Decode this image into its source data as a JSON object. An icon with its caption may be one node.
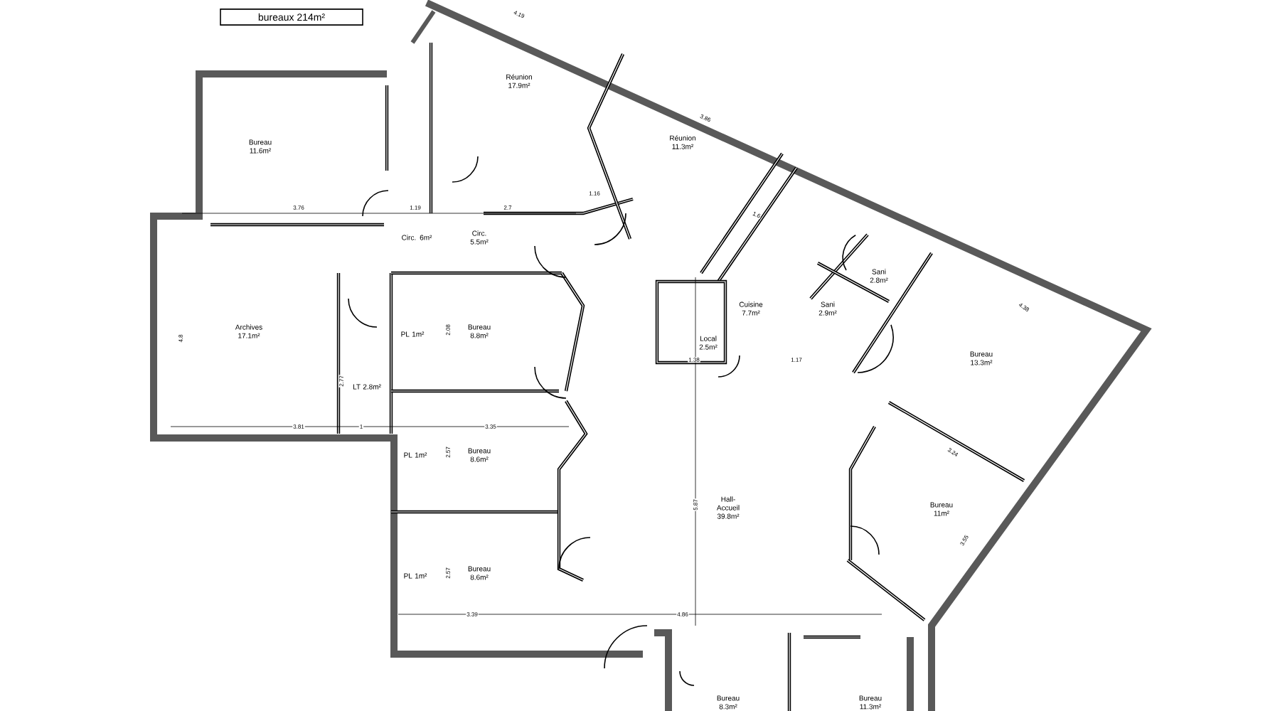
{
  "diagram": {
    "nodes": [
      {
        "text": [
          "bureaux 214m²"
        ]
      }
    ],
    "labels": [
      "Bureau 11.6m²",
      "Réunion 17.9m²",
      "Réunion 11.3m²",
      "Circ. 6m²",
      "Circ. 5.5m²",
      "Archives 17.1m²",
      "PL 1m²",
      "Bureau 8.8m²",
      "LT 2.8m²",
      "Local 2.5m²",
      "Cuisine 7.7m²",
      "Sani 2.9m²",
      "Sani 2.8m²",
      "Bureau 13.3m²",
      "PL 1m²",
      "Bureau 8.6m²",
      "Hall-Accueil 39.8m²",
      "Bureau 11m²",
      "PL 1m²",
      "Bureau 8.6m²",
      "Bureau 8.3m²",
      "Bureau 11.3m²",
      "4.19",
      "3.86",
      "3.76",
      "1.19",
      "2.7",
      "1.16",
      "4.8",
      "2.77",
      "2.08",
      "3.81",
      "1",
      "3.35",
      "2.57",
      "2.57",
      "3.39",
      "4.86",
      "5.87",
      "1.38",
      "1.17",
      "1.6",
      "4.38",
      "3.24",
      "3.55"
    ]
  }
}
